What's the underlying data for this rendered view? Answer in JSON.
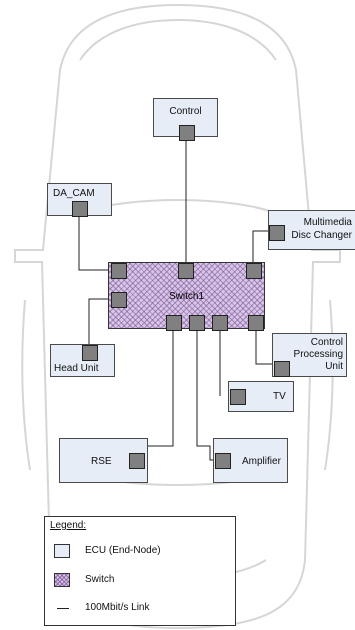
{
  "nodes": {
    "control": "Control",
    "da_cam": "DA_CAM",
    "multimedia": [
      "Multimedia",
      "Disc Changer"
    ],
    "switch": "Switch1",
    "head_unit": "Head Unit",
    "cpu": [
      "Control",
      "Processing",
      "Unit"
    ],
    "tv": "TV",
    "rse": "RSE",
    "amplifier": "Amplifier"
  },
  "legend": {
    "title": "Legend:",
    "ecu": "ECU (End-Node)",
    "switch": "Switch",
    "link": "100Mbit/s Link"
  },
  "colors": {
    "ecu_fill": "#e6edf6",
    "switch_fill": "#d8c6e6",
    "port_fill": "#808080",
    "link": "#222222"
  }
}
